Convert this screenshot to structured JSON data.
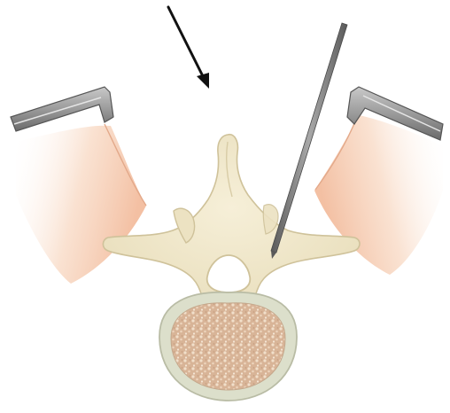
{
  "figure": {
    "subject": "vertebra-axial-with-retractors-and-needle",
    "elements": {
      "direction_arrow": "arrow",
      "left_retractor": "retractor",
      "right_retractor": "retractor",
      "left_soft_tissue": "soft-tissue",
      "right_soft_tissue": "soft-tissue",
      "vertebra": "vertebra",
      "spinal_canal": "spinal-canal",
      "vertebral_body": "vertebral-body",
      "instrument": "needle"
    }
  },
  "colors": {
    "background": "#ffffff",
    "bone": "#efe6c9",
    "bone_outline": "#cfc29a",
    "cortex": "#d9dcc8",
    "cancellous": "#d9b79a",
    "cancellous_dots": "#f0ddc6",
    "soft_tissue": "#f6c9ad",
    "retractor_blade": "#9a9a9a",
    "retractor_shadow": "#5e5e5e",
    "needle": "#7d7d7d",
    "arrow": "#111111"
  }
}
